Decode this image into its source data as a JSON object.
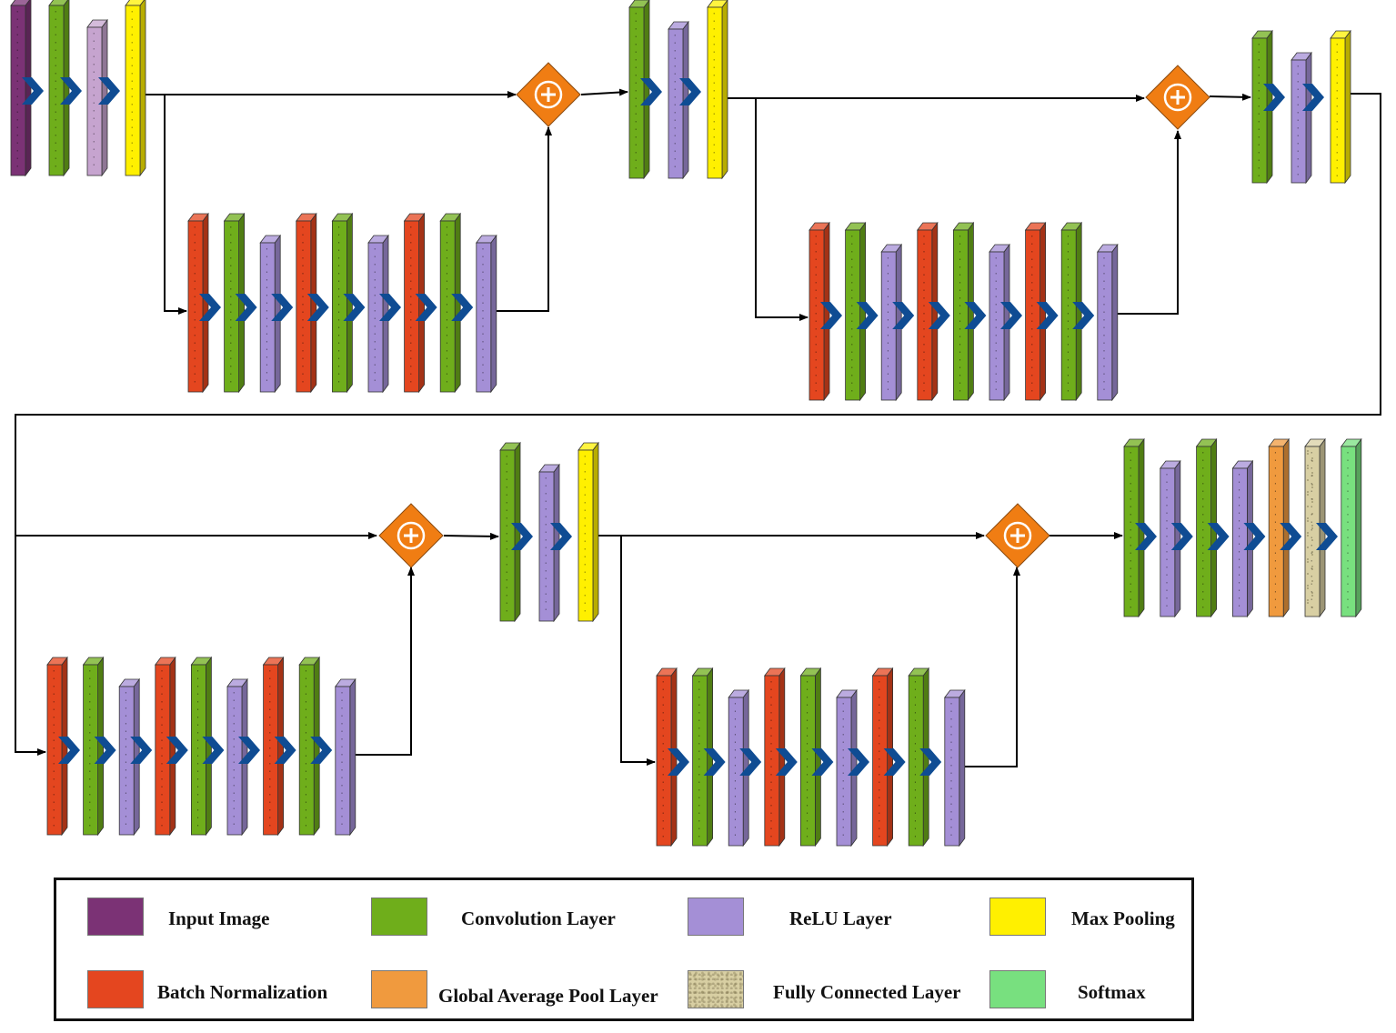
{
  "colors": {
    "input": "#7b3275",
    "conv": "#6fae1b",
    "relu_light": "#c6a4cf",
    "relu": "#a48fd6",
    "maxpool": "#fff000",
    "batchnorm": "#e4461f",
    "gap": "#f09a3e",
    "fc": "#d8cfa3",
    "softmax": "#78e07f",
    "arrow": "#0f4c93",
    "add": "#f07d13",
    "line": "#000000"
  },
  "legend": [
    {
      "key": "input",
      "label": "Input Image"
    },
    {
      "key": "conv",
      "label": "Convolution Layer"
    },
    {
      "key": "relu",
      "label": "ReLU Layer"
    },
    {
      "key": "maxpool",
      "label": "Max Pooling"
    },
    {
      "key": "batchnorm",
      "label": "Batch Normalization"
    },
    {
      "key": "gap",
      "label": "Global Average Pool Layer"
    },
    {
      "key": "fc",
      "label": "Fully Connected Layer"
    },
    {
      "key": "softmax",
      "label": "Softmax"
    }
  ],
  "blocks": [
    {
      "name": "input-stem-block",
      "layers": [
        "input",
        "conv",
        "relu_light",
        "maxpool"
      ]
    },
    {
      "name": "residual-branch-1",
      "layers": [
        "batchnorm",
        "conv",
        "relu",
        "batchnorm",
        "conv",
        "relu",
        "batchnorm",
        "conv",
        "relu"
      ]
    },
    {
      "name": "stage-1-block",
      "layers": [
        "conv",
        "relu",
        "maxpool"
      ]
    },
    {
      "name": "residual-branch-2",
      "layers": [
        "batchnorm",
        "conv",
        "relu",
        "batchnorm",
        "conv",
        "relu",
        "batchnorm",
        "conv",
        "relu"
      ]
    },
    {
      "name": "stage-2-block",
      "layers": [
        "conv",
        "relu",
        "maxpool"
      ]
    },
    {
      "name": "residual-branch-3",
      "layers": [
        "batchnorm",
        "conv",
        "relu",
        "batchnorm",
        "conv",
        "relu",
        "batchnorm",
        "conv",
        "relu"
      ]
    },
    {
      "name": "stage-3-block",
      "layers": [
        "conv",
        "relu",
        "maxpool"
      ]
    },
    {
      "name": "residual-branch-4",
      "layers": [
        "batchnorm",
        "conv",
        "relu",
        "batchnorm",
        "conv",
        "relu",
        "batchnorm",
        "conv",
        "relu"
      ]
    },
    {
      "name": "output-head-block",
      "layers": [
        "conv",
        "relu",
        "conv",
        "relu",
        "gap",
        "fc",
        "softmax"
      ]
    }
  ],
  "add_nodes": [
    "add-node-1",
    "add-node-2",
    "add-node-3",
    "add-node-4"
  ]
}
